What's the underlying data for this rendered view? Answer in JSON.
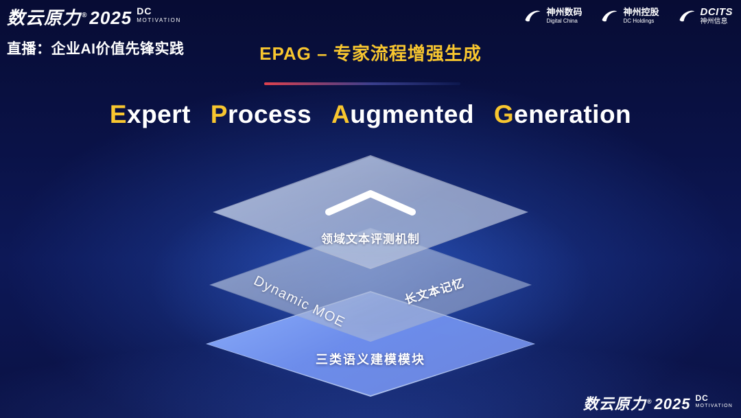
{
  "colors": {
    "accent_yellow": "#f8c62f",
    "divider_red": "#e0424e",
    "divider_blue": "#3a3f8e",
    "layer_blue": "#5f82e8",
    "background_navy": "#0a1247"
  },
  "header": {
    "brand": {
      "wordmark": "数云原力",
      "registered": "®",
      "year": "2025",
      "dc": "DC",
      "motivation": "MOTIVATION"
    },
    "live_label": "直播：企业AI价值先锋实践",
    "slide_title": "EPAG – 专家流程增强生成",
    "partner_logos": [
      {
        "name": "神州数码",
        "subtitle": "Digital China",
        "icon": "swoosh-icon"
      },
      {
        "name": "神州控股",
        "subtitle": "DC Holdings",
        "icon": "swoosh-icon"
      },
      {
        "name": "DCITS",
        "subtitle": "神州信息",
        "icon": "swoosh-icon"
      }
    ]
  },
  "main_title": {
    "text": "Expert Process Augmented Generation",
    "words": [
      {
        "initial": "E",
        "rest": "xpert"
      },
      {
        "initial": "P",
        "rest": "rocess"
      },
      {
        "initial": "A",
        "rest": "ugmented"
      },
      {
        "initial": "G",
        "rest": "eneration"
      }
    ]
  },
  "diagram": {
    "type": "stacked-layers",
    "top_layer": {
      "icon": "chevron-up-icon",
      "label": "领域文本评测机制"
    },
    "middle_layer": {
      "left_label": "Dynamic MOE",
      "right_label": "长文本记忆"
    },
    "bottom_layer": {
      "label": "三类语义建模模块"
    }
  },
  "footer": {
    "brand": {
      "wordmark": "数云原力",
      "registered": "®",
      "year": "2025",
      "dc": "DC",
      "motivation": "MOTIVATION"
    }
  }
}
